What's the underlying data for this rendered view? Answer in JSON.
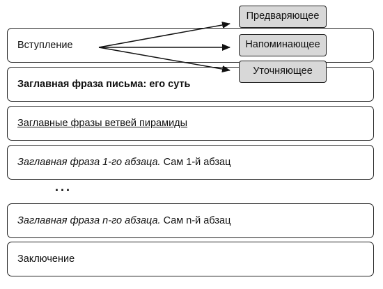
{
  "blocks": {
    "intro": "Вступление",
    "headline": "Заглавная фраза письма: его суть",
    "branches": "Заглавные фразы ветвей пирамиды",
    "para1_italic": "Заглавная фраза 1-го абзаца.",
    "para1_rest": " Сам 1-й абзац",
    "ellipsis": "...",
    "paraN_italic": "Заглавная фраза n-го абзаца.",
    "paraN_rest": " Сам n-й абзац",
    "conclusion": "Заключение"
  },
  "intro_types": {
    "preceding": "Предваряющее",
    "reminding": "Напоминающее",
    "clarifying": "Уточняющее"
  },
  "colors": {
    "tag_fill": "#d8d8d8",
    "stroke": "#222222"
  }
}
